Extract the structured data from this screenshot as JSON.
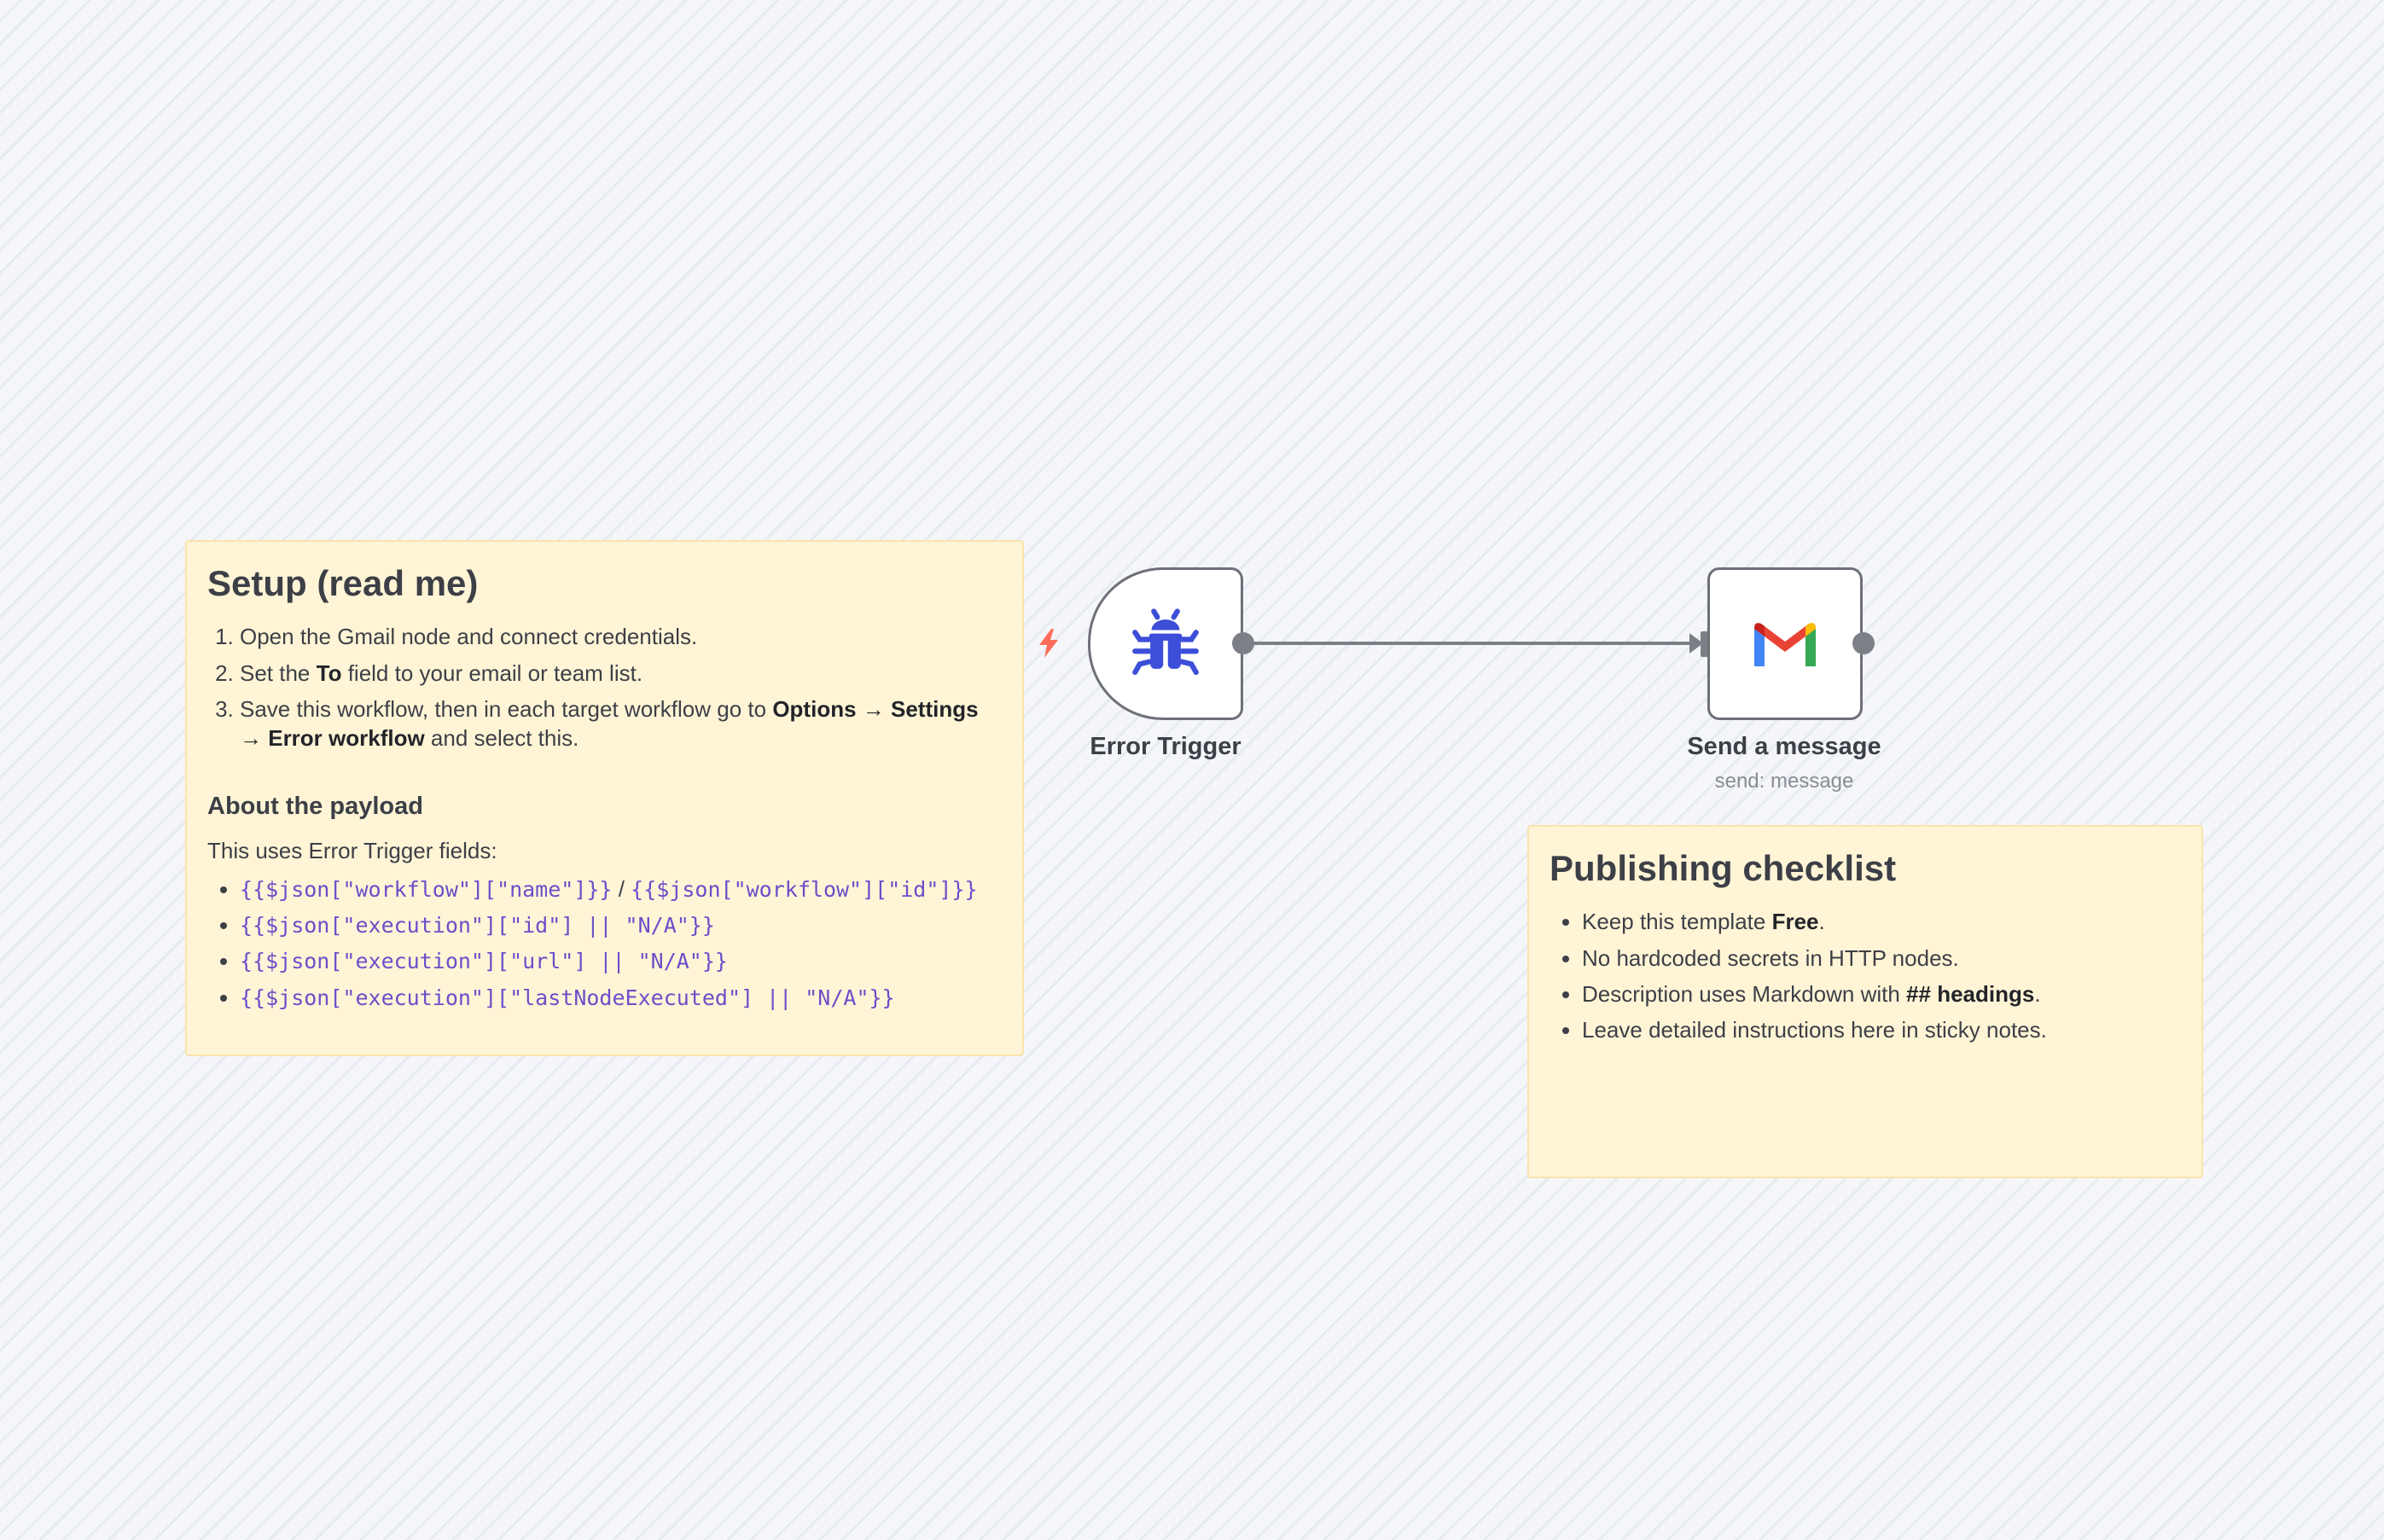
{
  "colors": {
    "sticky_bg": "#fff5d6",
    "sticky_border": "#fbe3ad",
    "code": "#6a4fc9",
    "node_border": "#6e7079",
    "bug_icon": "#3d4fd8",
    "trigger_bolt": "#ff6d5a"
  },
  "setup_note": {
    "title": "Setup (read me)",
    "steps": [
      {
        "text": "Open the Gmail node and connect credentials."
      },
      {
        "pre": "Set the ",
        "bold": "To",
        "post": " field to your email or team list."
      },
      {
        "pre": "Save this workflow, then in each target workflow go to ",
        "bold1": "Options → Settings → Error workflow",
        "post": " and select this."
      }
    ],
    "payload_heading": "About the payload",
    "payload_intro": "This uses Error Trigger fields:",
    "fields": {
      "workflow_name": "{{$json[\"workflow\"][\"name\"]}}",
      "separator": " / ",
      "workflow_id": "{{$json[\"workflow\"][\"id\"]}}",
      "execution_id": "{{$json[\"execution\"][\"id\"] || \"N/A\"}}",
      "execution_url": "{{$json[\"execution\"][\"url\"] || \"N/A\"}}",
      "last_node": "{{$json[\"execution\"][\"lastNodeExecuted\"] || \"N/A\"}}"
    }
  },
  "checklist_note": {
    "title": "Publishing checklist",
    "items": [
      {
        "pre": "Keep this template ",
        "bold": "Free",
        "post": "."
      },
      {
        "text": "No hardcoded secrets in HTTP nodes."
      },
      {
        "pre": "Description uses Markdown with ",
        "bold": "## headings",
        "post": "."
      },
      {
        "text": "Leave detailed instructions here in sticky notes."
      }
    ]
  },
  "nodes": {
    "error_trigger": {
      "label": "Error Trigger",
      "icon": "bug-icon",
      "trigger_icon": "bolt-icon"
    },
    "gmail": {
      "label": "Send a message",
      "subtitle": "send: message",
      "icon": "gmail-icon"
    }
  }
}
